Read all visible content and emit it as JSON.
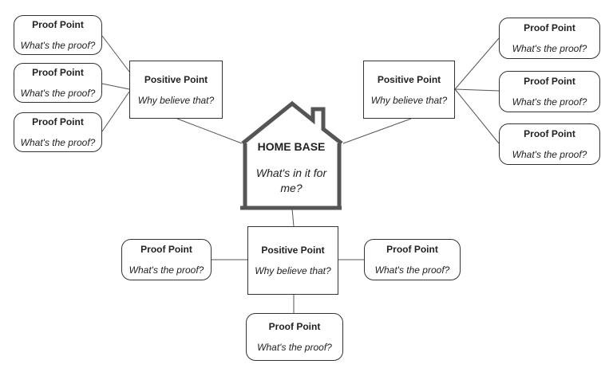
{
  "home": {
    "title": "HOME BASE",
    "subtitle": "What's in it for me?"
  },
  "positive": {
    "title": "Positive Point",
    "subtitle": "Why believe that?"
  },
  "proof": {
    "title": "Proof Point",
    "subtitle": "What's the proof?"
  }
}
